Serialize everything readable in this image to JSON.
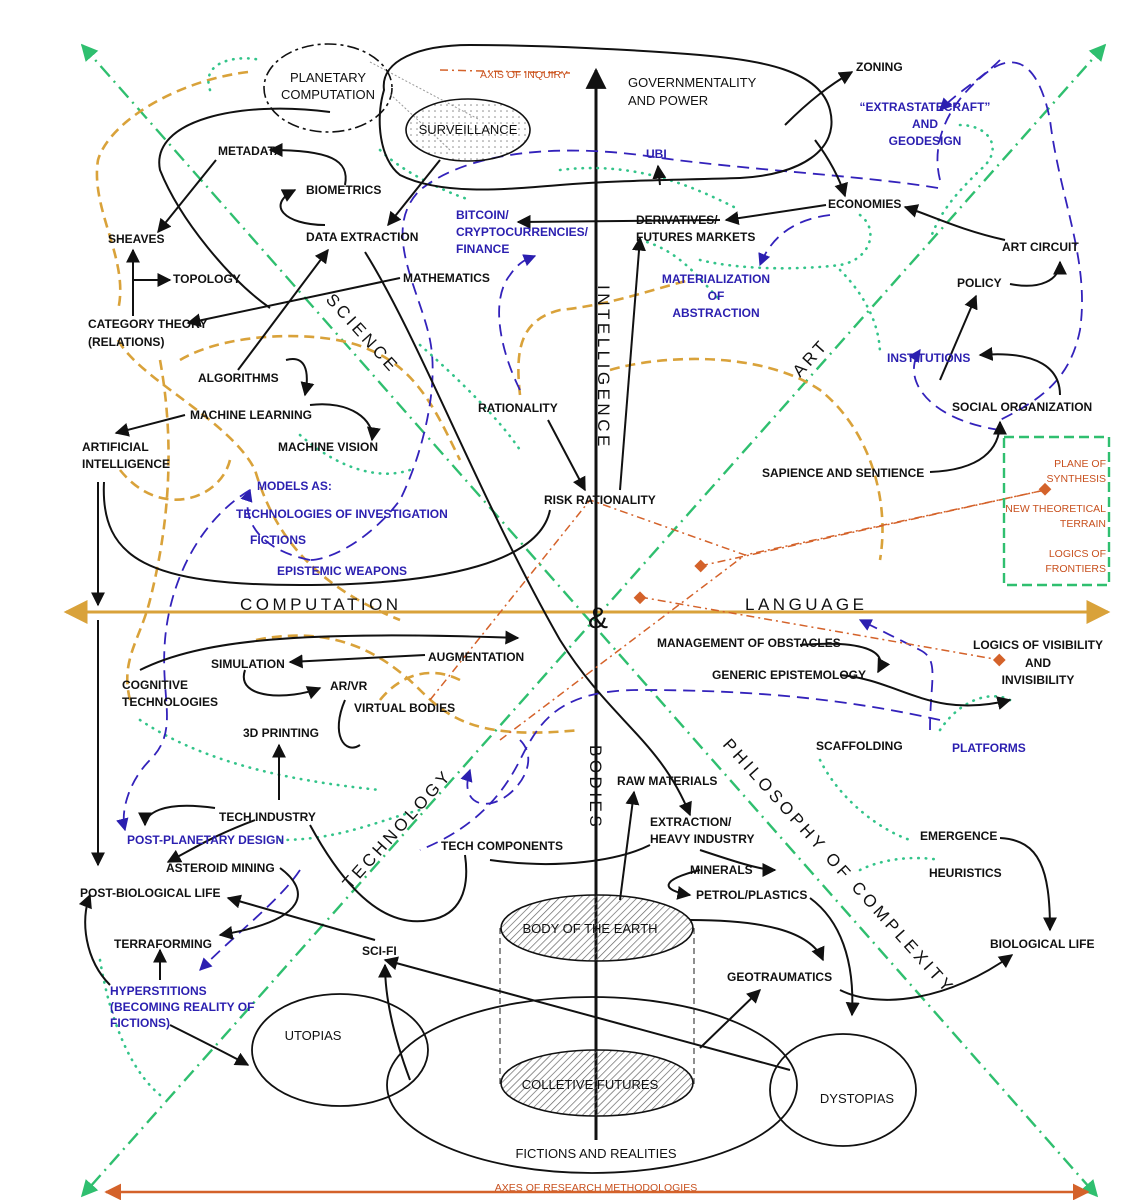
{
  "labels": {
    "planetary_computation": [
      "PLANETARY",
      "COMPUTATION"
    ],
    "axis_of_inquiry": "AXIS OF INQUIRY",
    "surveillance": "SURVEILLANCE",
    "governmentality": [
      "GOVERNMENTALITY",
      "AND POWER"
    ],
    "zoning": "ZONING",
    "extrastatecraft": [
      "“EXTRASTATECRAFT”",
      "AND",
      "GEODESIGN"
    ],
    "metadata": "METADATA",
    "biometrics": "BIOMETRICS",
    "ubi": "UBI",
    "bitcoin": [
      "BITCOIN/",
      "CRYPTOCURRENCIES/",
      "FINANCE"
    ],
    "derivatives": [
      "DERIVATIVES/",
      "FUTURES MARKETS"
    ],
    "economies": "ECONOMIES",
    "sheaves": "SHEAVES",
    "data_extraction": "DATA EXTRACTION",
    "art_circuit": "ART CIRCUIT",
    "topology": "TOPOLOGY",
    "mathematics": "MATHEMATICS",
    "materialization": [
      "MATERIALIZATION",
      "OF",
      "ABSTRACTION"
    ],
    "policy": "POLICY",
    "category_theory": [
      "CATEGORY THEORY",
      "(RELATIONS)"
    ],
    "institutions": "INSTITUTIONS",
    "algorithms": "ALGORITHMS",
    "rationality": "RATIONALITY",
    "social_organization": "SOCIAL ORGANIZATION",
    "machine_learning": "MACHINE LEARNING",
    "artificial_intelligence": [
      "ARTIFICIAL",
      "INTELLIGENCE"
    ],
    "machine_vision": "MACHINE VISION",
    "plane_of_synthesis": [
      "PLANE OF",
      "SYNTHESIS"
    ],
    "sapience": "SAPIENCE AND SENTIENCE",
    "models_as": "MODELS AS:",
    "risk_rationality": "RISK RATIONALITY",
    "new_theoretical_terrain": [
      "NEW THEORETICAL",
      "TERRAIN"
    ],
    "tech_investigation": "TECHNOLOGIES OF INVESTIGATION",
    "fictions": "FICTIONS",
    "logics_of_frontiers": [
      "LOGICS OF",
      "FRONTIERS"
    ],
    "epistemic_weapons": "EPISTEMIC WEAPONS",
    "ampersand": "&",
    "augmentation": "AUGMENTATION",
    "management_obstacles": "MANAGEMENT OF OBSTACLES",
    "logics_visibility": [
      "LOGICS OF VISIBILITY",
      "AND",
      "INVISIBILITY"
    ],
    "simulation": "SIMULATION",
    "cognitive_technologies": [
      "COGNITIVE",
      "TECHNOLOGIES"
    ],
    "ar_vr": "AR/VR",
    "generic_epistemology": "GENERIC EPISTEMOLOGY",
    "virtual_bodies": "VIRTUAL BODIES",
    "printing_3d": "3D PRINTING",
    "scaffolding": "SCAFFOLDING",
    "platforms": "PLATFORMS",
    "raw_materials": "RAW MATERIALS",
    "tech_industry": "TECH INDUSTRY",
    "extraction_heavy": [
      "EXTRACTION/",
      "HEAVY INDUSTRY"
    ],
    "post_planetary": "POST-PLANETARY DESIGN",
    "emergence": "EMERGENCE",
    "tech_components": "TECH COMPONENTS",
    "asteroid_mining": "ASTEROID MINING",
    "minerals": "MINERALS",
    "heuristics": "HEURISTICS",
    "post_biological": "POST-BIOLOGICAL LIFE",
    "petrol_plastics": "PETROL/PLASTICS",
    "body_of_earth": "BODY OF THE EARTH",
    "terraforming": "TERRAFORMING",
    "biological_life": "BIOLOGICAL LIFE",
    "sci_fi": "SCI-FI",
    "geotraumatics": "GEOTRAUMATICS",
    "hyperstitions": [
      "HYPERSTITIONS",
      "(BECOMING REALITY OF",
      "FICTIONS)"
    ],
    "utopias": "UTOPIAS",
    "colletive_futures": "COLLETIVE FUTURES",
    "dystopias": "DYSTOPIAS",
    "fictions_realities": "FICTIONS AND REALITIES",
    "axes_methodologies": "AXES OF RESEARCH METHODOLOGIES"
  },
  "axes": {
    "computation": "COMPUTATION",
    "language": "LANGUAGE",
    "intelligence": "INTELLIGENCE",
    "bodies": "BODIES",
    "science": "SCIENCE",
    "art": "ART",
    "technology": "TECHNOLOGY",
    "philosophy": "PHILOSOPHY OF COMPLEXITY"
  },
  "colors": {
    "black": "#111111",
    "purple": "#2b1fb0",
    "gold": "#d9a23a",
    "teal_dots": "#33c48a",
    "green_axes": "#2fbf6f",
    "orange": "#c8501e"
  }
}
